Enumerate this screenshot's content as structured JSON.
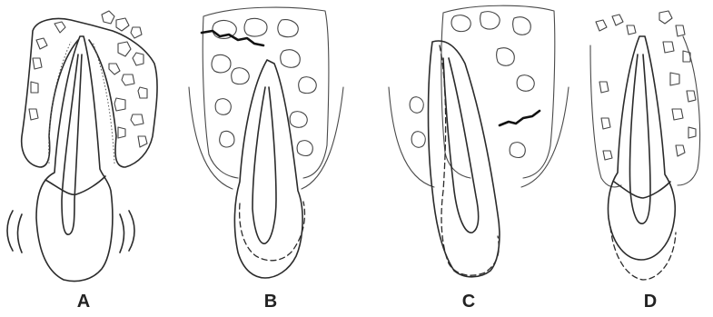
{
  "panels": [
    {
      "id": "A",
      "label": "A"
    },
    {
      "id": "B",
      "label": "B"
    },
    {
      "id": "C",
      "label": "C"
    },
    {
      "id": "D",
      "label": "D"
    }
  ],
  "style": {
    "line_color": "#2b2b2b",
    "background": "#ffffff"
  }
}
